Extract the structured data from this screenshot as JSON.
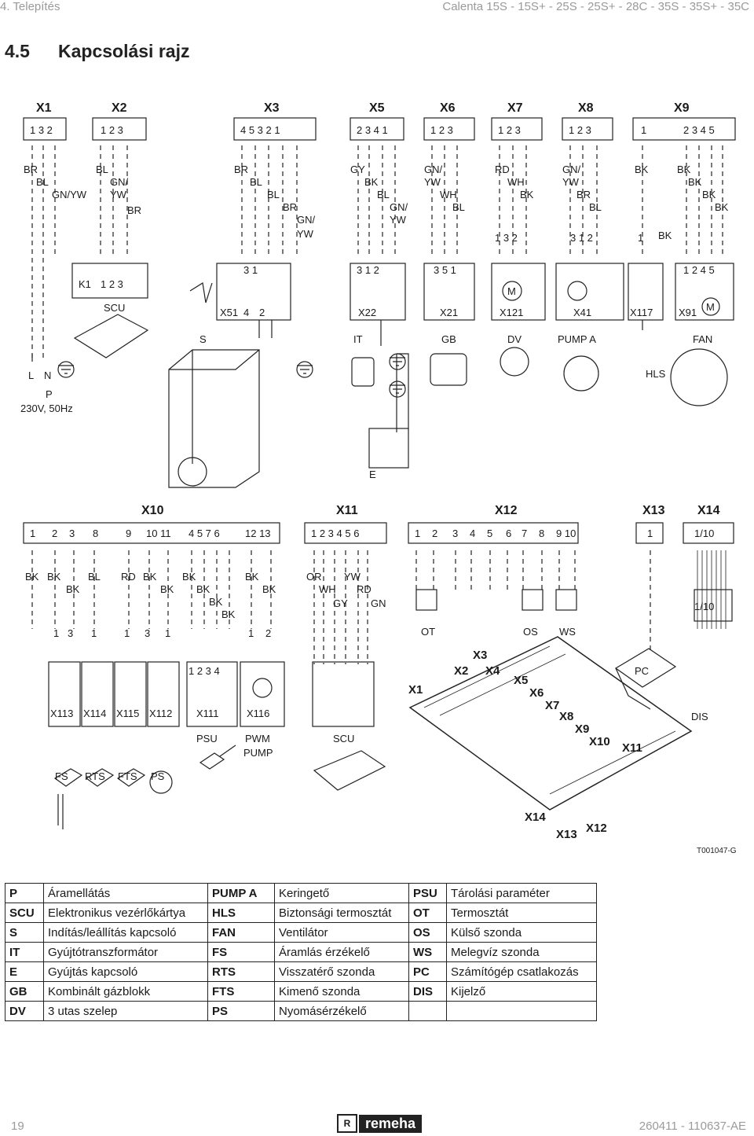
{
  "header": {
    "section": "4.  Telepítés",
    "models": "Calenta 15S - 15S+ - 25S - 25S+ - 28C - 35S - 35S+ - 35C"
  },
  "title": {
    "number": "4.5",
    "text": "Kapcsolási rajz"
  },
  "diagram": {
    "top_connectors": [
      "X1",
      "X2",
      "X3",
      "X5",
      "X6",
      "X7",
      "X8",
      "X9"
    ],
    "top_pins": [
      "1 3 2",
      "1 2 3",
      "4 5 3 2 1",
      "2 3 4 1",
      "1 2 3",
      "1 2 3",
      "1 2 3",
      "1",
      "2 3 4 5"
    ],
    "wires": [
      "BR",
      "BL",
      "GN/YW",
      "BL",
      "GN/",
      "YW",
      "BR",
      "BR",
      "BL",
      "BL",
      "BR",
      "GN/",
      "YW",
      "GY",
      "BK",
      "BL",
      "GN/",
      "YW",
      "GN/",
      "YW",
      "WH",
      "BL",
      "RD",
      "WH",
      "BK",
      "GN/",
      "YW",
      "BR",
      "BL",
      "BK",
      "BK",
      "BK",
      "BK",
      "BK",
      "BK"
    ],
    "plug_pins": [
      "1 3 2",
      "3 1 2",
      "1",
      "3 1",
      "3 1 2",
      "3 5 1",
      "1 2 3",
      "1 2 4 5"
    ],
    "components": [
      "K1",
      "SCU",
      "X51",
      "4",
      "2",
      "S",
      "X22",
      "IT",
      "X21",
      "GB",
      "X121",
      "DV",
      "X41",
      "PUMP A",
      "X117",
      "X91",
      "FAN",
      "HLS",
      "M",
      "M"
    ],
    "mains": [
      "L",
      "N",
      "P",
      "230V, 50Hz"
    ],
    "e_label": "E",
    "bottom_connectors": [
      "X10",
      "X11",
      "X12",
      "X13",
      "X14"
    ],
    "bottom_pins": [
      "1",
      "2",
      "3",
      "8",
      "9",
      "10 11",
      "4 5 7 6",
      "12 13",
      "1 2 3 4 5 6",
      "1",
      "2",
      "3",
      "4",
      "5",
      "6",
      "7",
      "8",
      "9 10",
      "1",
      "1/10"
    ],
    "bottom_wires": [
      "BK",
      "BK",
      "BK",
      "BL",
      "RD",
      "BK",
      "BK",
      "BK",
      "BK",
      "BK",
      "BK",
      "BK",
      "BK",
      "OR",
      "WH",
      "GY",
      "YW",
      "RD",
      "GN",
      "1/10"
    ],
    "bottom_plug_pins": [
      "1",
      "3",
      "1",
      "1",
      "3",
      "1",
      "1",
      "2",
      "1 2 3 4"
    ],
    "bottom_components": [
      "X113",
      "X114",
      "X115",
      "X112",
      "X111",
      "X116",
      "PSU",
      "PWM",
      "PUMP",
      "SCU",
      "OT",
      "OS",
      "WS",
      "PC",
      "DIS",
      "FS",
      "RTS",
      "FTS",
      "PS"
    ],
    "board_labels": [
      "X1",
      "X2",
      "X3",
      "X4",
      "X5",
      "X6",
      "X7",
      "X8",
      "X9",
      "X10",
      "X11",
      "X14",
      "X13",
      "X12"
    ],
    "code": "T001047-G"
  },
  "legend": [
    [
      "P",
      "Áramellátás",
      "PUMP A",
      "Keringető",
      "PSU",
      "Tárolási paraméter"
    ],
    [
      "SCU",
      "Elektronikus vezérlőkártya",
      "HLS",
      "Biztonsági termosztát",
      "OT",
      "Termosztát"
    ],
    [
      "S",
      "Indítás/leállítás kapcsoló",
      "FAN",
      "Ventilátor",
      "OS",
      "Külső szonda"
    ],
    [
      "IT",
      "Gyújtótranszformátor",
      "FS",
      "Áramlás érzékelő",
      "WS",
      "Melegvíz szonda"
    ],
    [
      "E",
      "Gyújtás kapcsoló",
      "RTS",
      "Visszatérő szonda",
      "PC",
      "Számítógép csatlakozás"
    ],
    [
      "GB",
      "Kombinált gázblokk",
      "FTS",
      "Kimenő szonda",
      "DIS",
      "Kijelző"
    ],
    [
      "DV",
      "3 utas szelep",
      "PS",
      "Nyomásérzékelő",
      "",
      ""
    ]
  ],
  "footer": {
    "page": "19",
    "brand_box": "R",
    "brand": "remeha",
    "doc": "260411  -  110637-AE"
  }
}
